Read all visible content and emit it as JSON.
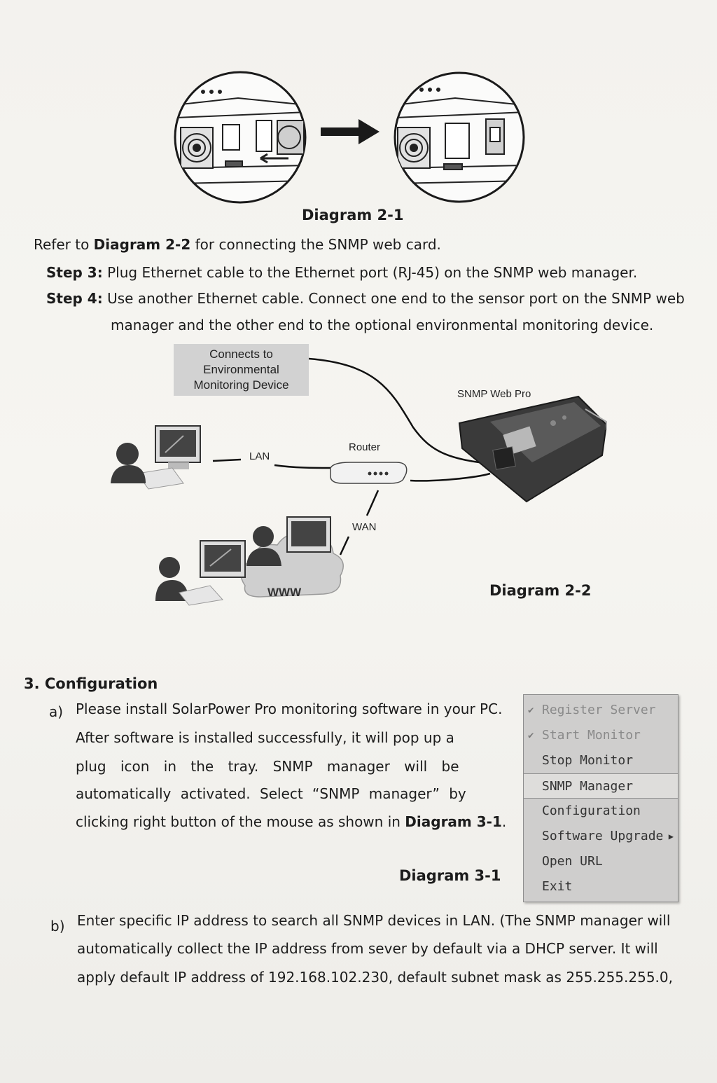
{
  "diagram_2_1": {
    "caption": "Diagram 2-1"
  },
  "intro": {
    "pre": "Refer to ",
    "bold": "Diagram 2-2",
    "post": " for connecting the SNMP web card."
  },
  "step3": {
    "label": "Step 3:",
    "text": " Plug Ethernet cable to the Ethernet port (RJ-45) on the SNMP web manager."
  },
  "step4": {
    "label": "Step 4:",
    "text": " Use another Ethernet cable. Connect one end to the sensor port on the SNMP web",
    "text2": "manager and the other end to the optional environmental monitoring device."
  },
  "diagram_2_2": {
    "callout": [
      "Connects to",
      "Environmental",
      "Monitoring Device"
    ],
    "snmp_label": "SNMP Web Pro",
    "router_label": "Router",
    "lan_label": "LAN",
    "wan_label": "WAN",
    "www_label": "WWW",
    "caption": "Diagram 2-2"
  },
  "section3": {
    "heading": "3. Configuration",
    "item_a": {
      "marker": "a)",
      "lines": [
        "Please install SolarPower Pro monitoring software in your PC.",
        "After software is installed successfully, it will pop up a",
        "plug icon in the tray. SNMP manager will be",
        "automatically activated. Select “SNMP manager” by"
      ],
      "last_pre": "clicking right button of the mouse as shown in ",
      "last_bold": "Diagram 3-1",
      "last_post": "."
    },
    "diagram_3_1_caption": "Diagram 3-1",
    "menu": [
      {
        "label": "Register Server",
        "checked": true,
        "disabled": true
      },
      {
        "label": "Start Monitor",
        "checked": true,
        "disabled": true
      },
      {
        "label": "Stop Monitor"
      },
      {
        "label": "SNMP Manager",
        "selected": true
      },
      {
        "label": "Configuration"
      },
      {
        "label": "Software Upgrade",
        "submenu": true
      },
      {
        "label": "Open URL"
      },
      {
        "label": "Exit"
      }
    ],
    "item_b": {
      "marker": "b)",
      "lines": [
        "Enter specific IP address to search all SNMP devices in LAN. (The SNMP manager will",
        "automatically collect the IP address from sever by default via a DHCP server. It will",
        "apply default IP address of 192.168.102.230, default subnet mask as 255.255.255.0,"
      ]
    }
  }
}
